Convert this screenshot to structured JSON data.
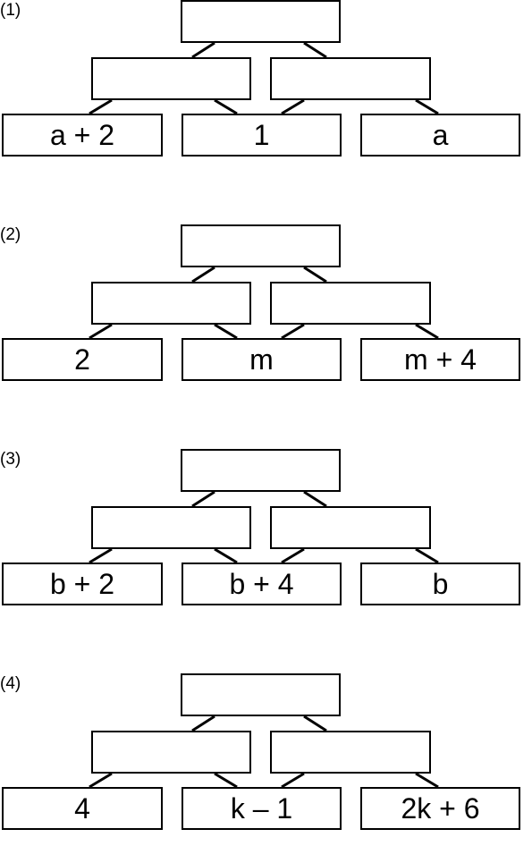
{
  "puzzles": [
    {
      "label": "(1)",
      "top": "",
      "middle": [
        "",
        ""
      ],
      "bottom": [
        "a + 2",
        "1",
        "a"
      ]
    },
    {
      "label": "(2)",
      "top": "",
      "middle": [
        "",
        ""
      ],
      "bottom": [
        "2",
        "m",
        "m + 4"
      ]
    },
    {
      "label": "(3)",
      "top": "",
      "middle": [
        "",
        ""
      ],
      "bottom": [
        "b + 2",
        "b + 4",
        "b"
      ]
    },
    {
      "label": "(4)",
      "top": "",
      "middle": [
        "",
        ""
      ],
      "bottom": [
        "4",
        "k – 1",
        "2k + 6"
      ]
    }
  ]
}
